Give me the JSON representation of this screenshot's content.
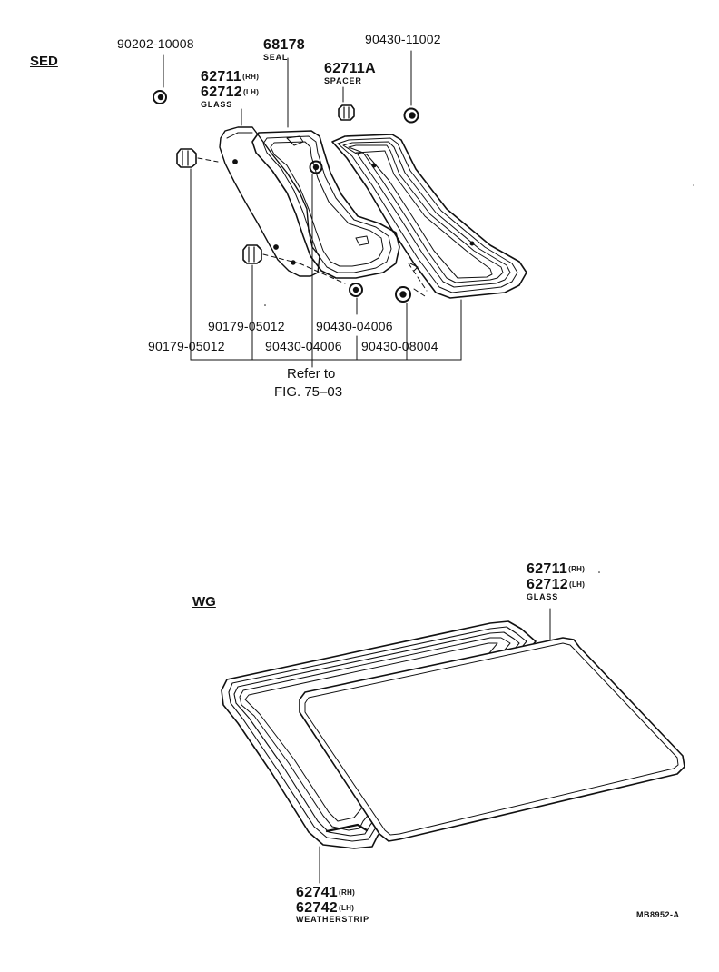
{
  "sections": {
    "sedan": "SED",
    "wagon": "WG"
  },
  "sedan_parts": {
    "bolt_top": "90202-10008",
    "seal_number": "68178",
    "seal_name": "SEAL",
    "glass_rh": "62711",
    "glass_lh": "62712",
    "glass_rh_tag": "(RH)",
    "glass_lh_tag": "(LH)",
    "glass_name": "GLASS",
    "spacer_number": "62711A",
    "spacer_name": "SPACER",
    "nut_top": "90430-11002",
    "screw_mid": "90179-05012",
    "washer_mid": "90430-04006",
    "screw_low": "90179-05012",
    "washer_low": "90430-04006",
    "washer_big": "90430-08004"
  },
  "refer": {
    "line1": "Refer to",
    "line2": "FIG. 75–03"
  },
  "wagon_parts": {
    "glass_rh": "62711",
    "glass_lh": "62712",
    "glass_rh_tag": "(RH)",
    "glass_lh_tag": "(LH)",
    "glass_name": "GLASS",
    "strip_rh": "62741",
    "strip_lh": "62742",
    "strip_rh_tag": "(RH)",
    "strip_lh_tag": "(LH)",
    "strip_name": "WEATHERSTRIP"
  },
  "drawing_code": "MB8952-A"
}
